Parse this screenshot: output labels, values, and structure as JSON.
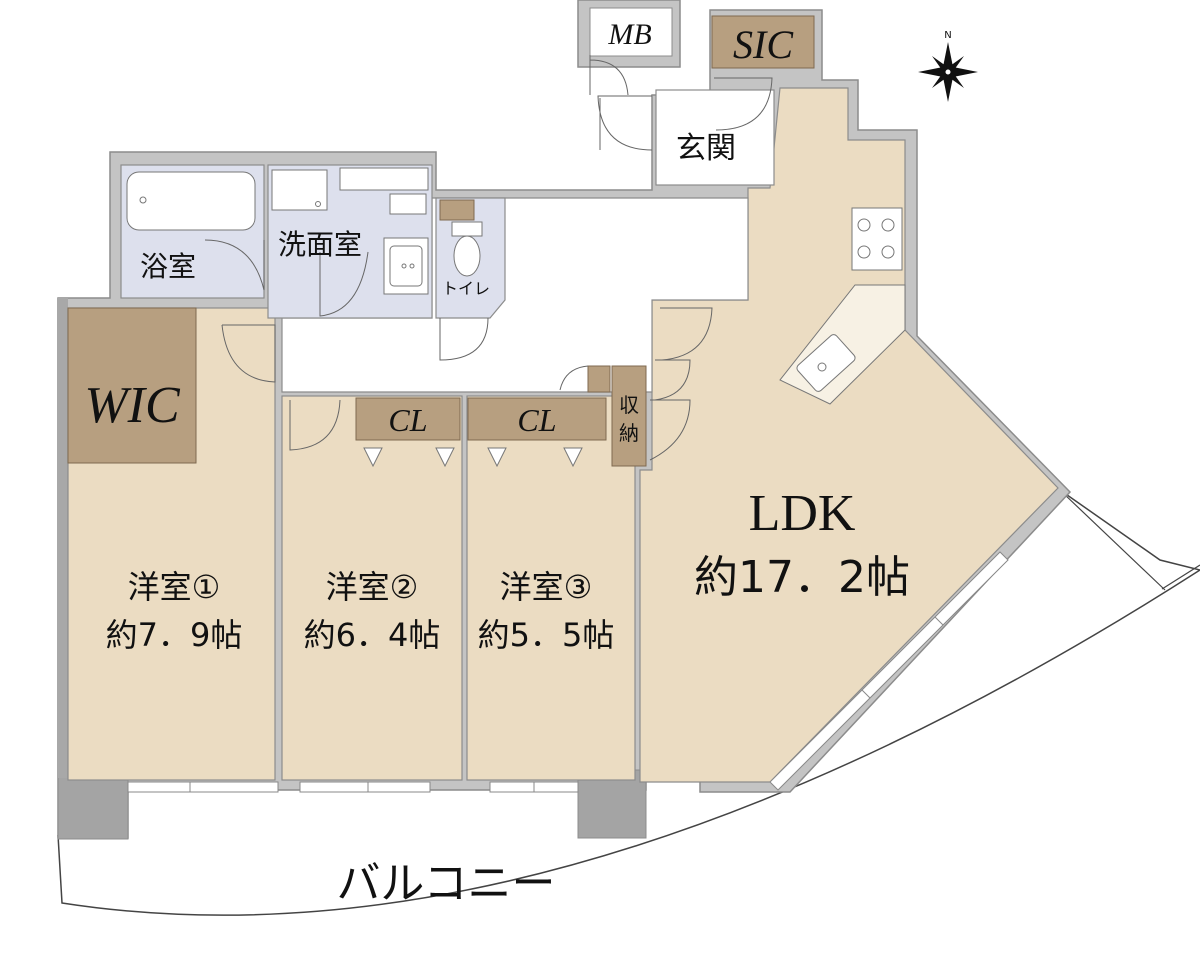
{
  "rooms": {
    "mb": "MB",
    "sic": "SIC",
    "genkan": "玄関",
    "yokushitsu": "浴室",
    "senmenshitsu": "洗面室",
    "toilet": "トイレ",
    "wic": "WIC",
    "cl1": "CL",
    "cl2": "CL",
    "shuno": [
      "収",
      "納"
    ],
    "ldk": {
      "name": "LDK",
      "area": "約17．2帖"
    },
    "room1": {
      "name": "洋室①",
      "area": "約7．9帖"
    },
    "room2": {
      "name": "洋室②",
      "area": "約6．4帖"
    },
    "room3": {
      "name": "洋室③",
      "area": "約5．5帖"
    },
    "balcony": "バルコニー"
  },
  "compass": {
    "north": "N"
  },
  "colors": {
    "room_floor": "#ebdcc2",
    "storage": "#b79f80",
    "wet_area": "#dde0ed",
    "wall": "#b8b8b8",
    "wall_stroke": "#9a9a9a"
  }
}
